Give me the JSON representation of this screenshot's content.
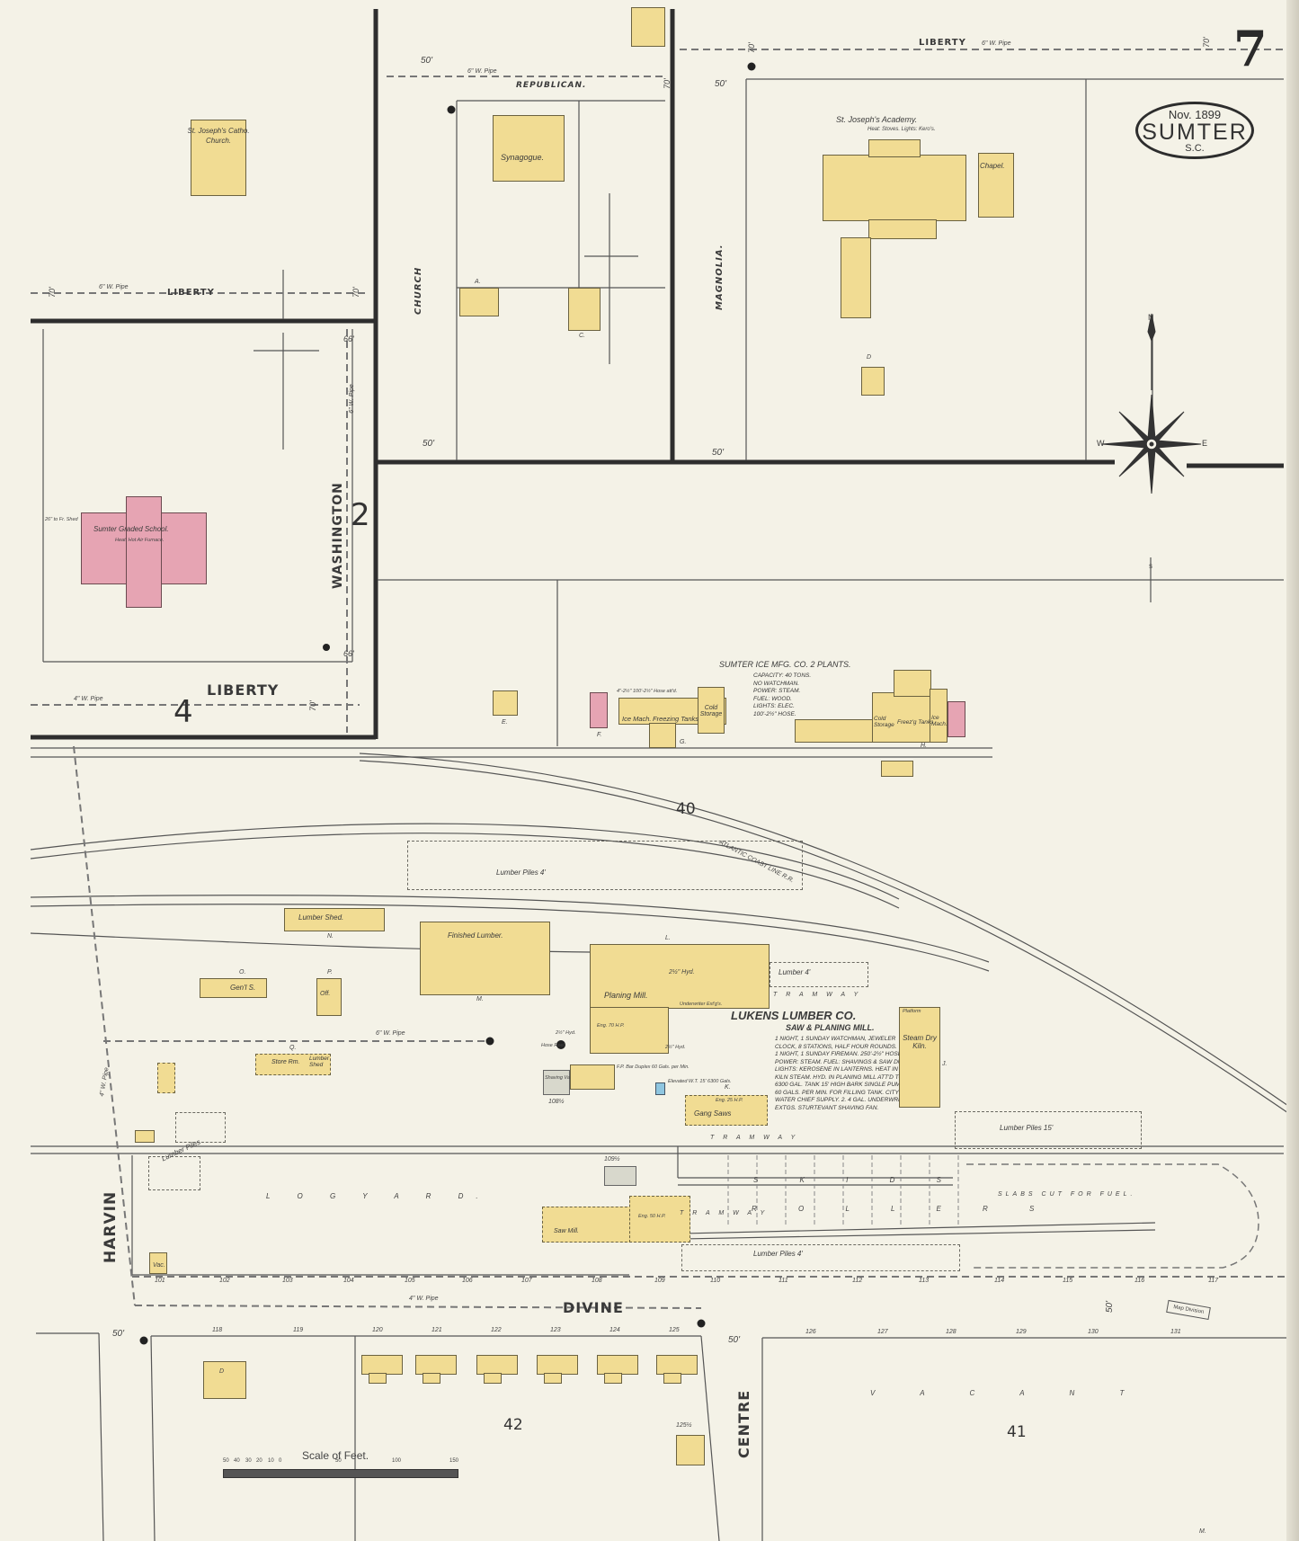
{
  "map": {
    "sheet_number": "7",
    "stamp": {
      "date": "Nov. 1899",
      "city": "SUMTER",
      "state": "S.C."
    },
    "compass": {
      "n": "N",
      "s": "S",
      "e": "E",
      "w": "W"
    },
    "scale": {
      "title": "Scale of Feet.",
      "ticks": [
        "50",
        "40",
        "30",
        "20",
        "10",
        "0",
        "50",
        "100",
        "150"
      ]
    },
    "streets": {
      "liberty_top": "LIBERTY",
      "liberty_left": "LIBERTY",
      "liberty_bottom": "LIBERTY",
      "republican": "REPUBLICAN.",
      "church": "CHURCH",
      "magnolia": "MAGNOLIA.",
      "washington": "WASHINGTON",
      "harvin": "HARVIN",
      "divine": "DIVINE",
      "centre": "CENTRE"
    },
    "pipes": {
      "p1": "6\" W. Pipe",
      "p2": "6\" W. Pipe",
      "p3": "6\" W. Pipe",
      "p4": "6\" W. Pipe",
      "p5": "4\" W. Pipe",
      "p6": "4\" W. Pipe",
      "p7": "4\" W. Pipe",
      "p8": "6\" W. Pipe"
    },
    "widths": {
      "w70a": "70'",
      "w70b": "70'",
      "w70c": "70'",
      "w70d": "70'",
      "w50a": "50'",
      "w50b": "50'",
      "w50c": "50'",
      "w66a": "66'",
      "w66b": "66'",
      "w50d": "50'",
      "w50e": "50'",
      "w50f": "50'",
      "w50g": "50'",
      "w70e": "70'",
      "w70f": "70'"
    },
    "block_numbers": {
      "b2": "2",
      "b4": "4",
      "b40": "40",
      "b42": "42",
      "b41": "41"
    },
    "buildings": {
      "church": "St. Joseph's Catho. Church.",
      "synagogue": "Synagogue.",
      "academy": "St. Joseph's Academy.",
      "academy_note": "Heat: Stoves. Lights: Kero's.",
      "chapel": "Chapel.",
      "school": "Sumter Graded School.",
      "school_note": "Heat: Hot Air Furnace.",
      "school_side": "26\" to Fr. Shed",
      "ice_co": "SUMTER ICE MFG. CO. 2 PLANTS.",
      "ice_note": [
        "Capacity: 40 Tons.",
        "No Watchman.",
        "Power: Steam.",
        "Fuel: Wood.",
        "Lights: Elec.",
        "100'-2½\" Hose."
      ],
      "ice_mach1": "Ice Mach.",
      "freezing_tanks1": "Freezing Tanks",
      "cold_storage1": "Cold Storage",
      "ice_hose": "4\"-2½\" 100'-2½\" Hose att'd.",
      "cold_storage2": "Cold Storage",
      "freezing_tanks2": "Freez'g Tanks",
      "ice_mach2": "Ice Mach.",
      "lumber_shed": "Lumber Shed.",
      "finished_lumber": "Finished Lumber.",
      "genl_s": "Gen'l S.",
      "off": "Off.",
      "planing_mill": "Planing Mill.",
      "planing_hyd": "2½\" Hyd.",
      "underwriter": "Underwriter Ext'g's.",
      "eng": "Eng. 70 H.P.",
      "lukens": "LUKENS LUMBER CO.",
      "lukens_sub": "SAW & PLANING MILL.",
      "lukens_note": [
        "1 Night, 1 Sunday Watchman, Jeweler",
        "Clock, 8 Stations, Half Hour Rounds.",
        "1 Night, 1 Sunday Fireman. 250'-2½\" Hose.",
        "Power: Steam. Fuel: Shavings & Saw Dust.",
        "Lights: Kerosene in Lanterns. Heat in Dry",
        "Kiln Steam. Hyd. in Planing Mill Att'd to",
        "6300 Gal. Tank 15' High Bark Single Pump",
        "60 Gals. per Min. for Filling Tank. City",
        "Water Chief Supply. 2. 4 Gal. Underwriter",
        "Extgs. Sturtevant Shaving Fan."
      ],
      "steam_dry_kiln": "Steam Dry Kiln.",
      "platform": "Platform",
      "lumber_4a": "Lumber 4'",
      "lumber_piles_4a": "Lumber Piles 4'",
      "lumber_piles_15": "Lumber Piles 15'",
      "lumber_piles_4b": "Lumber Piles 4'",
      "store_rm": "Store Rm.",
      "lumber_shed2": "Lumber Shed",
      "shaving_vault": "Shaving Vault",
      "pump": "F.P. Bar Duplex 60 Gals. per Min.",
      "elevated_wt": "Elevated W.T. 15' 6300 Gals.",
      "gang_saws": "Gang Saws",
      "gang_eng": "Eng. 25 H.P.",
      "saw_mill": "Saw Mill.",
      "saw_eng": "Eng. 50 H.P.",
      "log_yard": "L O G   Y A R D.",
      "lumber_piles": "Lumber Piles",
      "skids": "S K I D S",
      "rollers": "R O L L E R S",
      "slabs": "SLABS CUT FOR FUEL.",
      "vac": "Vac.",
      "tramway1": "T R A M W A Y",
      "tramway2": "T R A M W A Y",
      "tramway3": "T R A M W A Y",
      "railroad": "ATLANTIC COAST LINE R.R.",
      "hose_reel": "Hose Reel",
      "hyd2": "2½\" Hyd.",
      "hyd3": "2½\" Hyd.",
      "vacant": "V A C A N T",
      "map_division": "Map Division"
    },
    "letters": {
      "A": "A.",
      "B": "B.",
      "C": "C.",
      "D": "D",
      "E": "E.",
      "F": "F.",
      "G": "G.",
      "H": "H.",
      "J": "J.",
      "K": "K.",
      "L": "L.",
      "M": "M.",
      "N": "N.",
      "O": "O.",
      "P": "P.",
      "Q": "Q."
    },
    "lot_numbers_row1": [
      "101",
      "102",
      "103",
      "104",
      "105",
      "106",
      "107",
      "108",
      "109",
      "110",
      "111",
      "112",
      "113",
      "114",
      "115",
      "116",
      "117"
    ],
    "lot_numbers_row2": [
      "118",
      "119",
      "120",
      "121",
      "122",
      "123",
      "124",
      "125"
    ],
    "lot_numbers_row3": [
      "126",
      "127",
      "128",
      "129",
      "130",
      "131"
    ],
    "lot_odd": {
      "a": "108½",
      "b": "109½",
      "c": "125½"
    },
    "dwelling": "D",
    "corner_mark": "M."
  }
}
